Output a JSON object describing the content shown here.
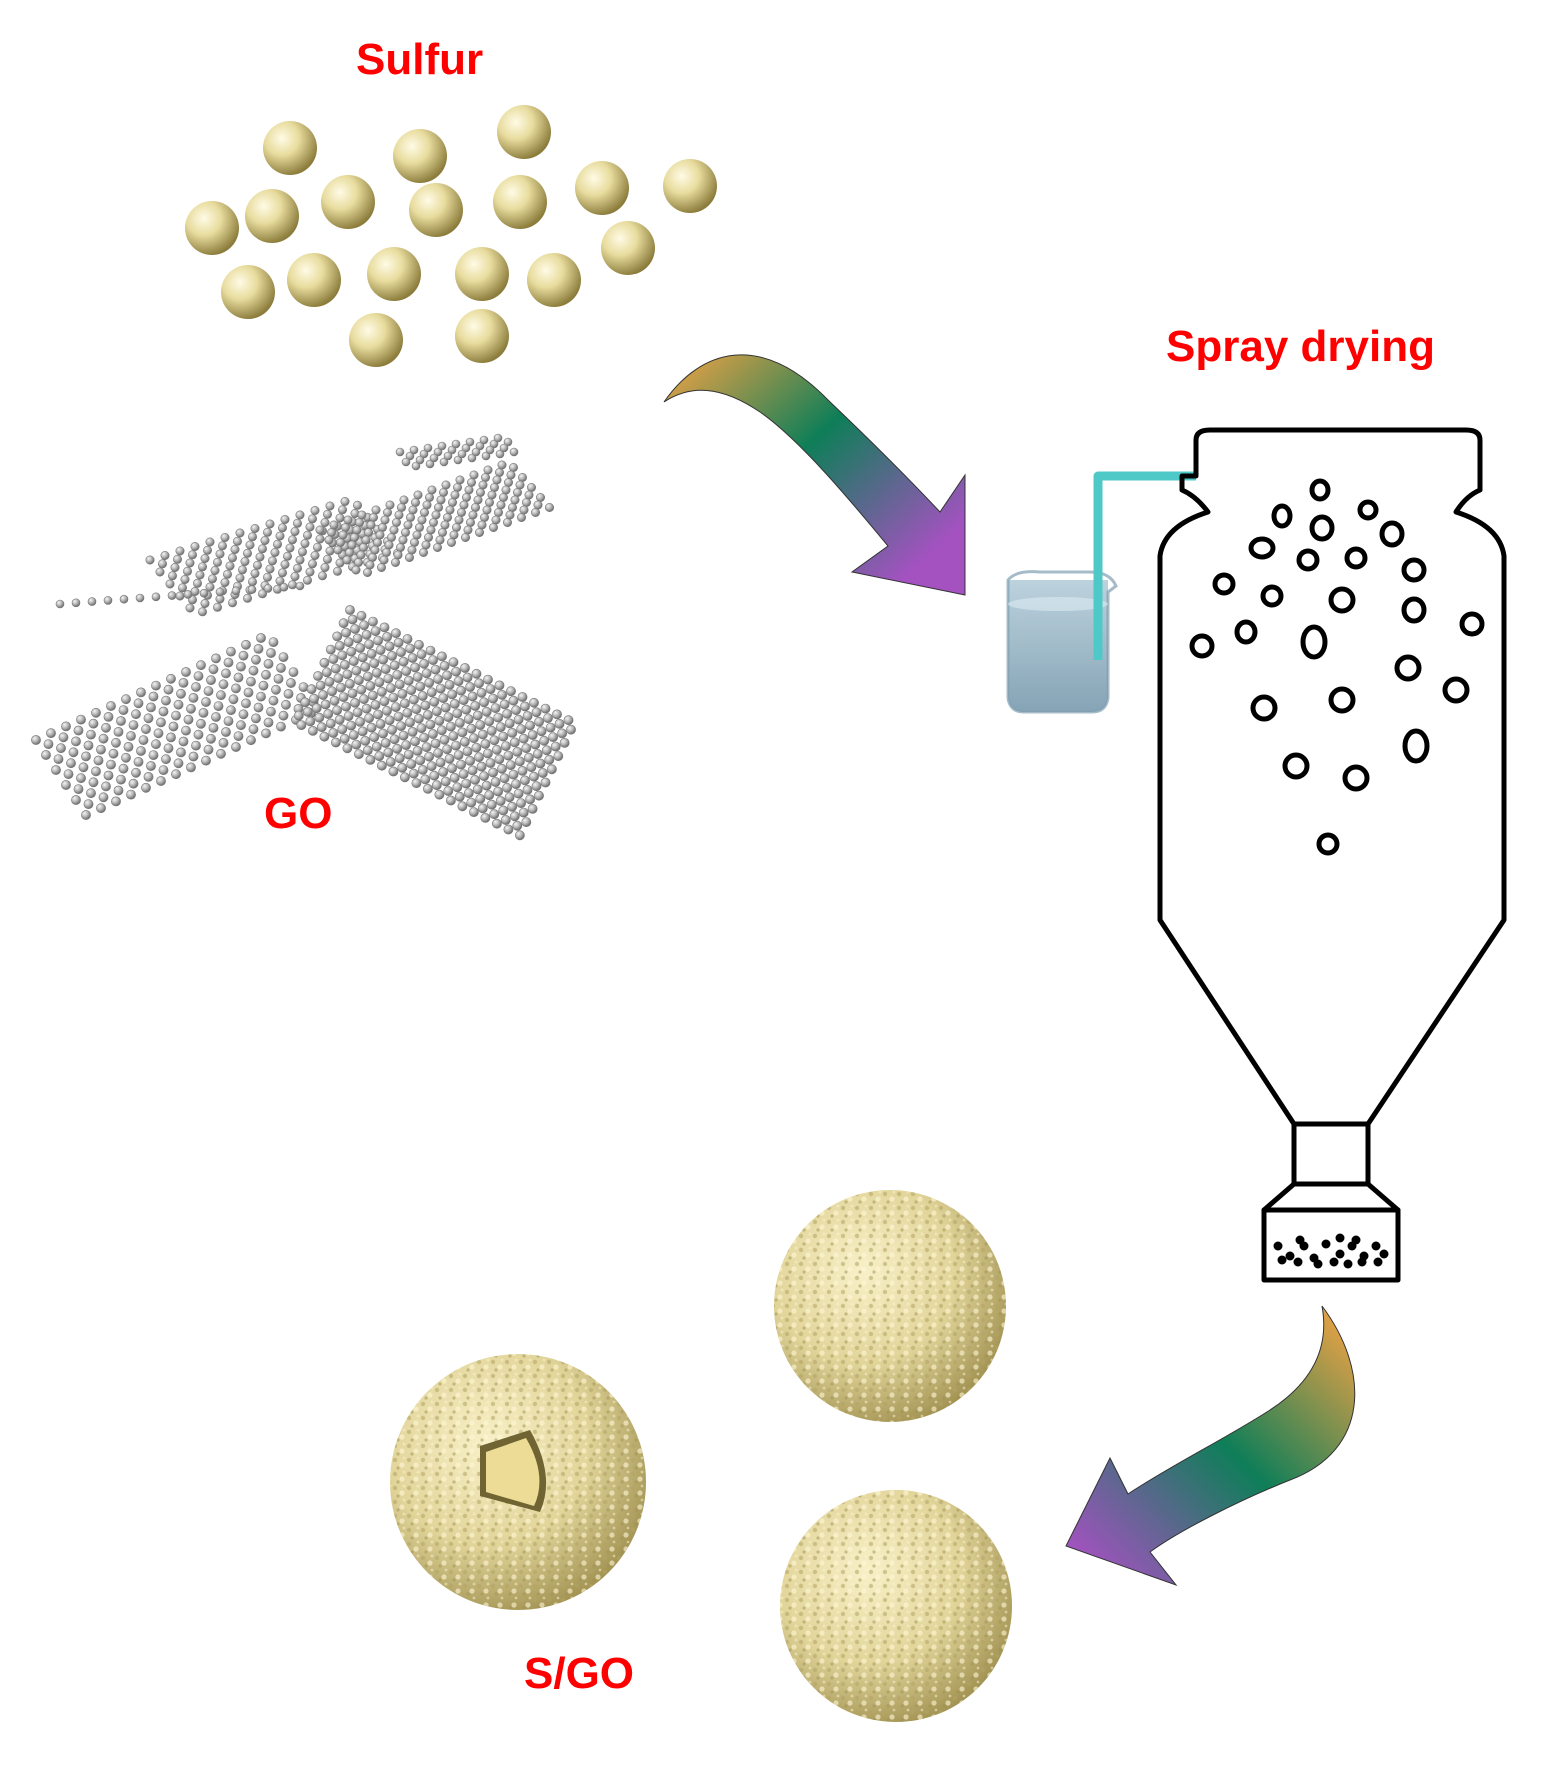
{
  "labels": {
    "sulfur": "Sulfur",
    "go": "GO",
    "spray_drying": "Spray drying",
    "s_go": "S/GO"
  },
  "colors": {
    "label_red": "#ff0000",
    "sulfur_sphere": "#e8dc9e",
    "graphene_atom": "#b8b8b8",
    "arrow_orange": "#f7a444",
    "arrow_green": "#0e7e58",
    "arrow_purple": "#a352c0",
    "beaker_liquid": "#9fbccb",
    "tube_cyan": "#4fc8c8",
    "outline_black": "#000000"
  },
  "icons": [
    "sulfur-sphere-icon",
    "graphene-sheet-icon",
    "process-arrow-icon",
    "beaker-icon",
    "spray-dryer-icon",
    "sgo-particle-icon"
  ]
}
